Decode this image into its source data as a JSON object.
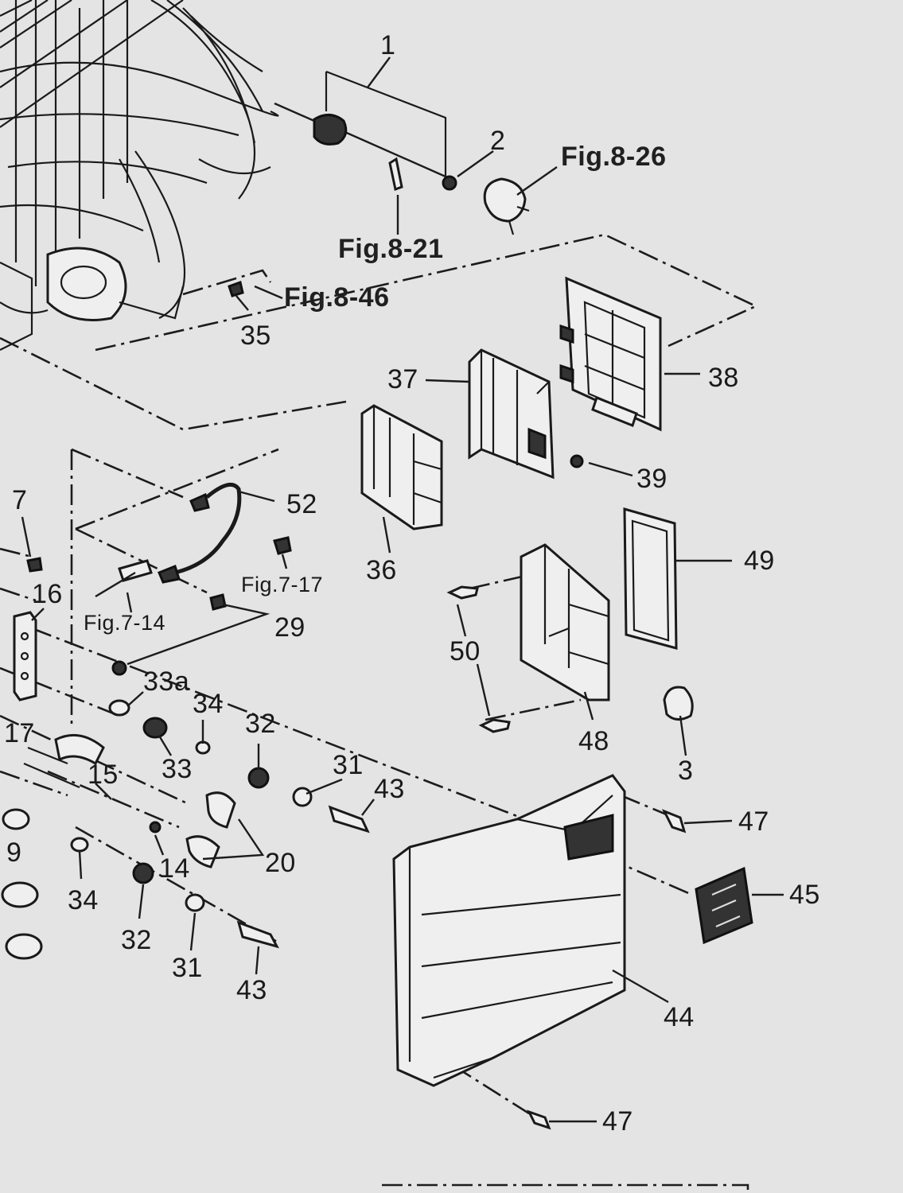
{
  "callouts": [
    {
      "id": "c1",
      "text": "1"
    },
    {
      "id": "c2",
      "text": "2"
    },
    {
      "id": "c3",
      "text": "3"
    },
    {
      "id": "c7",
      "text": "7"
    },
    {
      "id": "c9",
      "text": "9"
    },
    {
      "id": "c14",
      "text": "14"
    },
    {
      "id": "c15",
      "text": "15"
    },
    {
      "id": "c16",
      "text": "16"
    },
    {
      "id": "c17",
      "text": "17"
    },
    {
      "id": "c20",
      "text": "20"
    },
    {
      "id": "c29",
      "text": "29"
    },
    {
      "id": "c31a",
      "text": "31"
    },
    {
      "id": "c31b",
      "text": "31"
    },
    {
      "id": "c32a",
      "text": "32"
    },
    {
      "id": "c32b",
      "text": "32"
    },
    {
      "id": "c33",
      "text": "33"
    },
    {
      "id": "c33a",
      "text": "33a"
    },
    {
      "id": "c34a",
      "text": "34"
    },
    {
      "id": "c34b",
      "text": "34"
    },
    {
      "id": "c35",
      "text": "35"
    },
    {
      "id": "c36",
      "text": "36"
    },
    {
      "id": "c37",
      "text": "37"
    },
    {
      "id": "c38",
      "text": "38"
    },
    {
      "id": "c39",
      "text": "39"
    },
    {
      "id": "c43a",
      "text": "43"
    },
    {
      "id": "c43b",
      "text": "43"
    },
    {
      "id": "c44",
      "text": "44"
    },
    {
      "id": "c45",
      "text": "45"
    },
    {
      "id": "c47a",
      "text": "47"
    },
    {
      "id": "c47b",
      "text": "47"
    },
    {
      "id": "c48",
      "text": "48"
    },
    {
      "id": "c49",
      "text": "49"
    },
    {
      "id": "c50",
      "text": "50"
    },
    {
      "id": "c52",
      "text": "52"
    }
  ],
  "figure_refs": [
    {
      "id": "f826",
      "text": "Fig.8-26"
    },
    {
      "id": "f821",
      "text": "Fig.8-21"
    },
    {
      "id": "f846",
      "text": "Fig.8-46"
    },
    {
      "id": "f717",
      "text": "Fig.7-17"
    },
    {
      "id": "f714",
      "text": "Fig.7-14"
    }
  ]
}
